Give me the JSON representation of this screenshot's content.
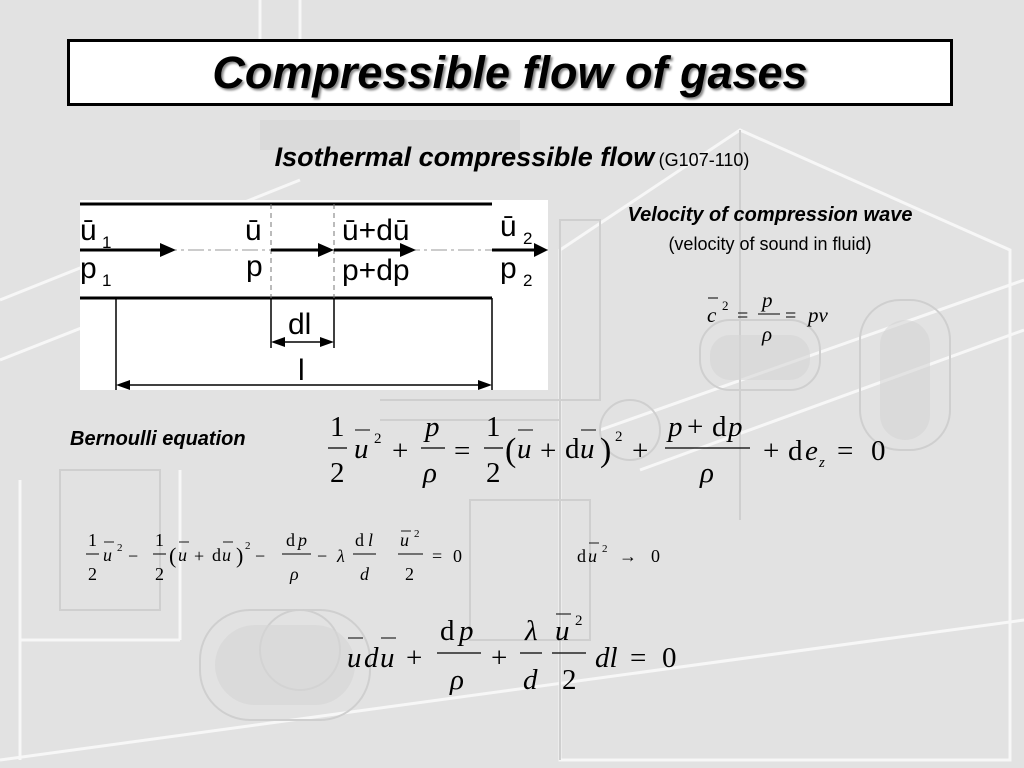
{
  "slide": {
    "title": "Compressible flow of gases",
    "subtitle": "Isothermal compressible flow",
    "subtitle_ref": "(G107-110)"
  },
  "diagram": {
    "labels": {
      "u1": "ū",
      "u1_sub": "1",
      "p1": "p",
      "p1_sub": "1",
      "u": "ū",
      "p": "p",
      "udu": "ū+dū",
      "pdp": "p+dp",
      "u2": "ū",
      "u2_sub": "2",
      "p2": "p",
      "p2_sub": "2",
      "dl": "dl",
      "l": "l"
    }
  },
  "wave": {
    "title": "Velocity of compression wave",
    "subtitle": "(velocity of sound in fluid)"
  },
  "bernoulli": {
    "label": "Bernoulli equation"
  },
  "theme": {
    "background": "#e4e4e4",
    "title_border": "#000000",
    "text": "#000000"
  }
}
